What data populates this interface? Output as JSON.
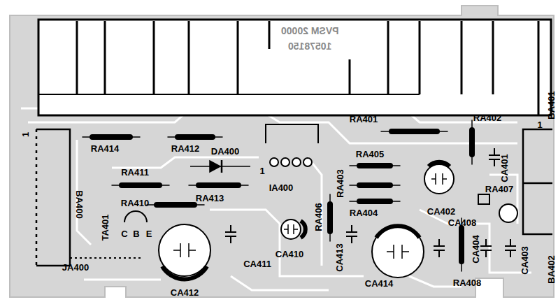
{
  "diagram": {
    "labels": [
      "1",
      "BA400",
      "RA414",
      "RA412",
      "RA411",
      "DA400",
      "RA410",
      "RA413",
      "1",
      "IA400",
      "TA401",
      "C",
      "B",
      "E",
      "JA400",
      "CA412",
      "CA411",
      "CA410",
      "RA406",
      "RA403",
      "RA404",
      "RA405",
      "RA401",
      "CA413",
      "CA414",
      "CA402",
      "CA408",
      "RA402",
      "CA401",
      "RA407",
      "CA404",
      "RA408",
      "CA403",
      "BA401",
      "1",
      "BA402",
      "PVSM 20000",
      "10578150"
    ]
  }
}
